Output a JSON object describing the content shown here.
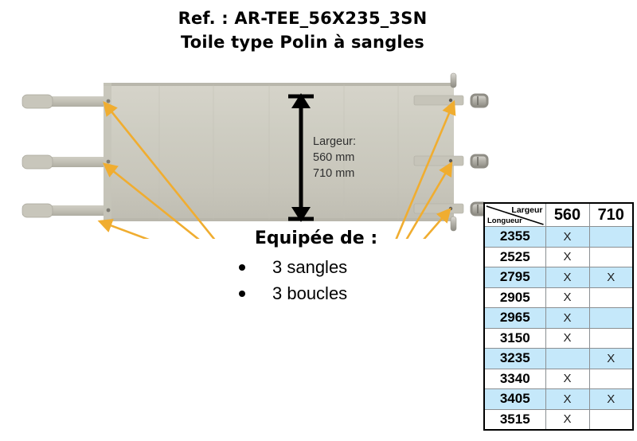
{
  "header": {
    "reference_line": "Ref. : AR-TEE_56X235_3SN",
    "product_line": "Toile type Polin à sangles"
  },
  "annotation": {
    "dimension_label": "Largeur:",
    "dimension_value_1": "560 mm",
    "dimension_value_2": "710 mm"
  },
  "equipment": {
    "heading": "Equipée de :",
    "items": [
      {
        "label": "3 sangles"
      },
      {
        "label": "3 boucles"
      }
    ]
  },
  "table": {
    "corner_label_width": "Largeur",
    "corner_label_length": "Longueur",
    "columns": [
      "560",
      "710"
    ],
    "rows": [
      {
        "length": "2355",
        "c560": "X",
        "c710": "",
        "shaded": true
      },
      {
        "length": "2525",
        "c560": "X",
        "c710": "",
        "shaded": false
      },
      {
        "length": "2795",
        "c560": "X",
        "c710": "X",
        "shaded": true
      },
      {
        "length": "2905",
        "c560": "X",
        "c710": "",
        "shaded": false
      },
      {
        "length": "2965",
        "c560": "X",
        "c710": "",
        "shaded": true
      },
      {
        "length": "3150",
        "c560": "X",
        "c710": "",
        "shaded": false
      },
      {
        "length": "3235",
        "c560": "",
        "c710": "X",
        "shaded": true
      },
      {
        "length": "3340",
        "c560": "X",
        "c710": "",
        "shaded": false
      },
      {
        "length": "3405",
        "c560": "X",
        "c710": "X",
        "shaded": true
      },
      {
        "length": "3515",
        "c560": "X",
        "c710": "",
        "shaded": false
      }
    ]
  },
  "colors": {
    "row_shaded": "#c5e8fa",
    "arrow": "#f0ad30",
    "fabric": "#cdcbc0",
    "strap": "#c4c2b7",
    "text": "#000000"
  },
  "product_image": {
    "alt": "Sangle de levage Polin à 3 sangles et 3 boucles",
    "strap_count": 3,
    "buckle_count": 3
  }
}
